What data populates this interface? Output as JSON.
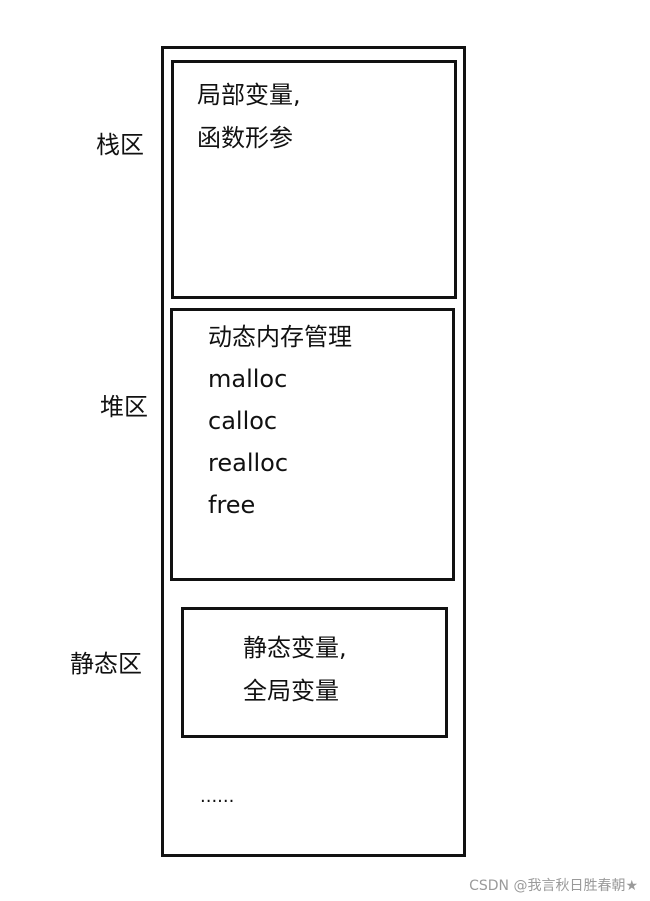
{
  "regions": {
    "stack": {
      "label": "栈区",
      "lines": [
        "局部变量,",
        "函数形参"
      ]
    },
    "heap": {
      "label": "堆区",
      "lines": [
        "动态内存管理",
        "malloc",
        "calloc",
        "realloc",
        "free"
      ]
    },
    "static": {
      "label": "静态区",
      "lines": [
        "静态变量,",
        "全局变量"
      ]
    }
  },
  "ellipsis": "......",
  "watermark": "CSDN @我言秋日胜春朝★"
}
